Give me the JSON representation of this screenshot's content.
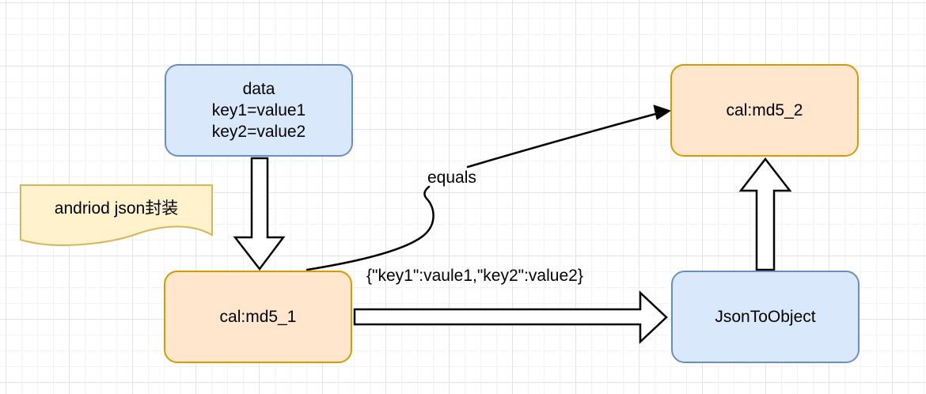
{
  "nodes": {
    "data_box": {
      "line1": "data",
      "line2": "key1=value1",
      "line3": "key2=value2"
    },
    "cal_md5_2": {
      "label": "cal:md5_2"
    },
    "cal_md5_1": {
      "label": "cal:md5_1"
    },
    "json_to_object": {
      "label": "JsonToObject"
    },
    "note": {
      "label": "andriod json封装"
    }
  },
  "edges": {
    "md5_1_to_json_to_object": {
      "label": "{\"key1\":vaule1,\"key2\":value2}"
    },
    "md5_1_to_cal_md5_2": {
      "label": "equals"
    }
  },
  "colors": {
    "blue_fill": "#dae8fc",
    "blue_border": "#6c8ebf",
    "orange_fill": "#ffe6cc",
    "orange_border": "#d79b00",
    "yellow_fill": "#fff2cc",
    "yellow_border": "#d6b656",
    "arrow_stroke": "#000000",
    "grid_minor": "#f3f3f4",
    "grid_major": "#e3e3e6"
  }
}
